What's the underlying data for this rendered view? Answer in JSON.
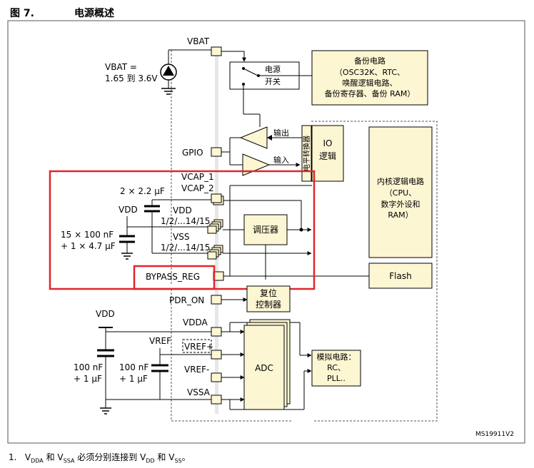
{
  "figure": {
    "number": "图 7.",
    "title": "电源概述"
  },
  "colors": {
    "block_fill": "#fdf6d3",
    "highlight": "#e0262c",
    "frame_border": "#555555",
    "pin_fill": "#fdf6d3"
  },
  "supply": {
    "vbat_pin": "VBAT",
    "vbat_range_line1": "VBAT =",
    "vbat_range_line2": "1.65 到 3.6V",
    "switch_line1": "电源",
    "switch_line2": "开关"
  },
  "backup": {
    "line1": "备份电路",
    "line2": "（OSC32K、RTC、",
    "line3": "唤醒逻辑电路、",
    "line4": "备份寄存器、备份 RAM）"
  },
  "io": {
    "gpio_pin": "GPIO",
    "output_label": "输出",
    "input_label": "输入",
    "level_shifter": "电平转换器",
    "io_line1": "IO",
    "io_line2": "逻辑"
  },
  "core": {
    "line1": "内核逻辑电路",
    "line2": "（CPU、",
    "line3": "数字外设和",
    "line4": "RAM）",
    "flash": "Flash"
  },
  "regulator": {
    "vcap1": "VCAP_1",
    "vcap2": "VCAP_2",
    "cap_vcap": "2 × 2.2 µF",
    "vdd_label": "VDD",
    "vdd_pins": "VDD",
    "vdd_pins_range": "1/2/...14/15",
    "decoupling_line1": "15 × 100 nF",
    "decoupling_line2": "+ 1 × 4.7 µF",
    "vss_pins": "VSS",
    "vss_pins_range": "1/2/...14/15",
    "regulator_block": "调压器",
    "bypass": "BYPASS_REG"
  },
  "reset": {
    "pdr_on": "PDR_ON",
    "line1": "复位",
    "line2": "控制器"
  },
  "analog": {
    "vdd_label": "VDD",
    "vdda": "VDDA",
    "vref": "VREF",
    "vref_plus": "VREF+",
    "vref_minus": "VREF-",
    "vssa": "VSSA",
    "cap1_line1": "100 nF",
    "cap1_line2": "+ 1 µF",
    "cap2_line1": "100 nF",
    "cap2_line2": "+ 1 µF",
    "adc": "ADC",
    "analog_line1": "模拟电路：",
    "analog_line2": "RC、",
    "analog_line3": "PLL.."
  },
  "ref_code": "MS19911V2",
  "footnote": {
    "prefix": "1.",
    "v1": "V",
    "s1": "DDA",
    "and1": " 和 ",
    "v2": "V",
    "s2": "SSA",
    "mid": " 必须分别连接到 ",
    "v3": "V",
    "s3": "DD",
    "and2": " 和 ",
    "v4": "V",
    "s4": "SS",
    "end": "。"
  }
}
